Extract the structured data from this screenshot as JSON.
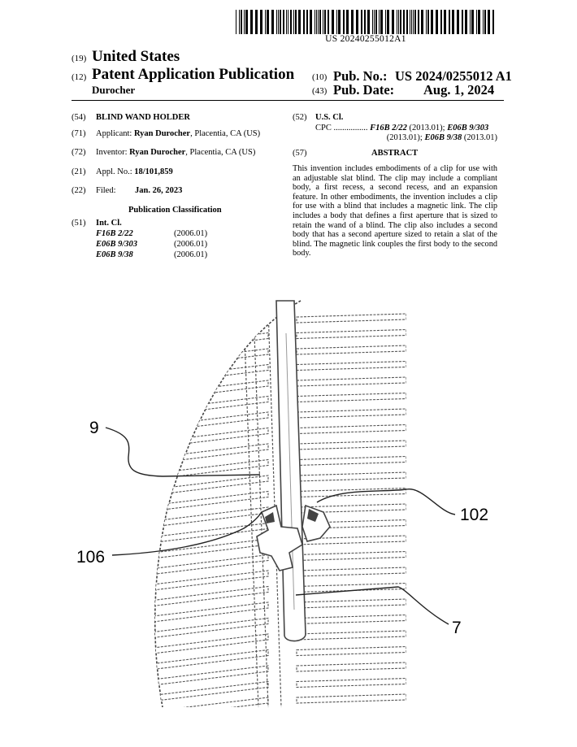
{
  "header": {
    "barcode_text": "US 20240255012A1",
    "country_code": "(19)",
    "country": "United States",
    "type_code": "(12)",
    "pub_type": "Patent Application Publication",
    "inventor_surname": "Durocher",
    "pubno_code": "(10)",
    "pubno_label": "Pub. No.:",
    "pubno_value": "US 2024/0255012 A1",
    "pubdate_code": "(43)",
    "pubdate_label": "Pub. Date:",
    "pubdate_value": "Aug. 1, 2024"
  },
  "left": {
    "title_code": "(54)",
    "title": "BLIND WAND HOLDER",
    "applicant_code": "(71)",
    "applicant_label": "Applicant:",
    "applicant_name": "Ryan Durocher",
    "applicant_loc": ", Placentia, CA (US)",
    "inventor_code": "(72)",
    "inventor_label": "Inventor:",
    "inventor_name": "Ryan Durocher",
    "inventor_loc": ", Placentia, CA (US)",
    "appl_code": "(21)",
    "appl_label": "Appl. No.:",
    "appl_value": "18/101,859",
    "filed_code": "(22)",
    "filed_label": "Filed:",
    "filed_value": "Jan. 26, 2023",
    "pubclass_heading": "Publication Classification",
    "intcl_code": "(51)",
    "intcl_label": "Int. Cl.",
    "intcl_rows": [
      {
        "cls": "F16B 2/22",
        "yr": "(2006.01)"
      },
      {
        "cls": "E06B 9/303",
        "yr": "(2006.01)"
      },
      {
        "cls": "E06B 9/38",
        "yr": "(2006.01)"
      }
    ]
  },
  "right": {
    "uscl_code": "(52)",
    "uscl_label": "U.S. Cl.",
    "cpc_label": "CPC",
    "cpc_dots": "................",
    "cpc_1": "F16B 2/22",
    "cpc_1y": " (2013.01); ",
    "cpc_2": "E06B 9/303",
    "cpc_2y": "(2013.01); ",
    "cpc_3": "E06B 9/38",
    "cpc_3y": " (2013.01)",
    "abstract_code": "(57)",
    "abstract_heading": "ABSTRACT",
    "abstract_text": "This invention includes embodiments of a clip for use with an adjustable slat blind. The clip may include a compliant body, a first recess, a second recess, and an expansion feature. In other embodiments, the invention includes a clip for use with a blind that includes a magnetic link. The clip includes a body that defines a first aperture that is sized to retain the wand of a blind. The clip also includes a second body that has a second aperture sized to retain a slat of the blind. The magnetic link couples the first body to the second body."
  },
  "figure": {
    "ref_9": "9",
    "ref_102": "102",
    "ref_106": "106",
    "ref_7": "7"
  }
}
